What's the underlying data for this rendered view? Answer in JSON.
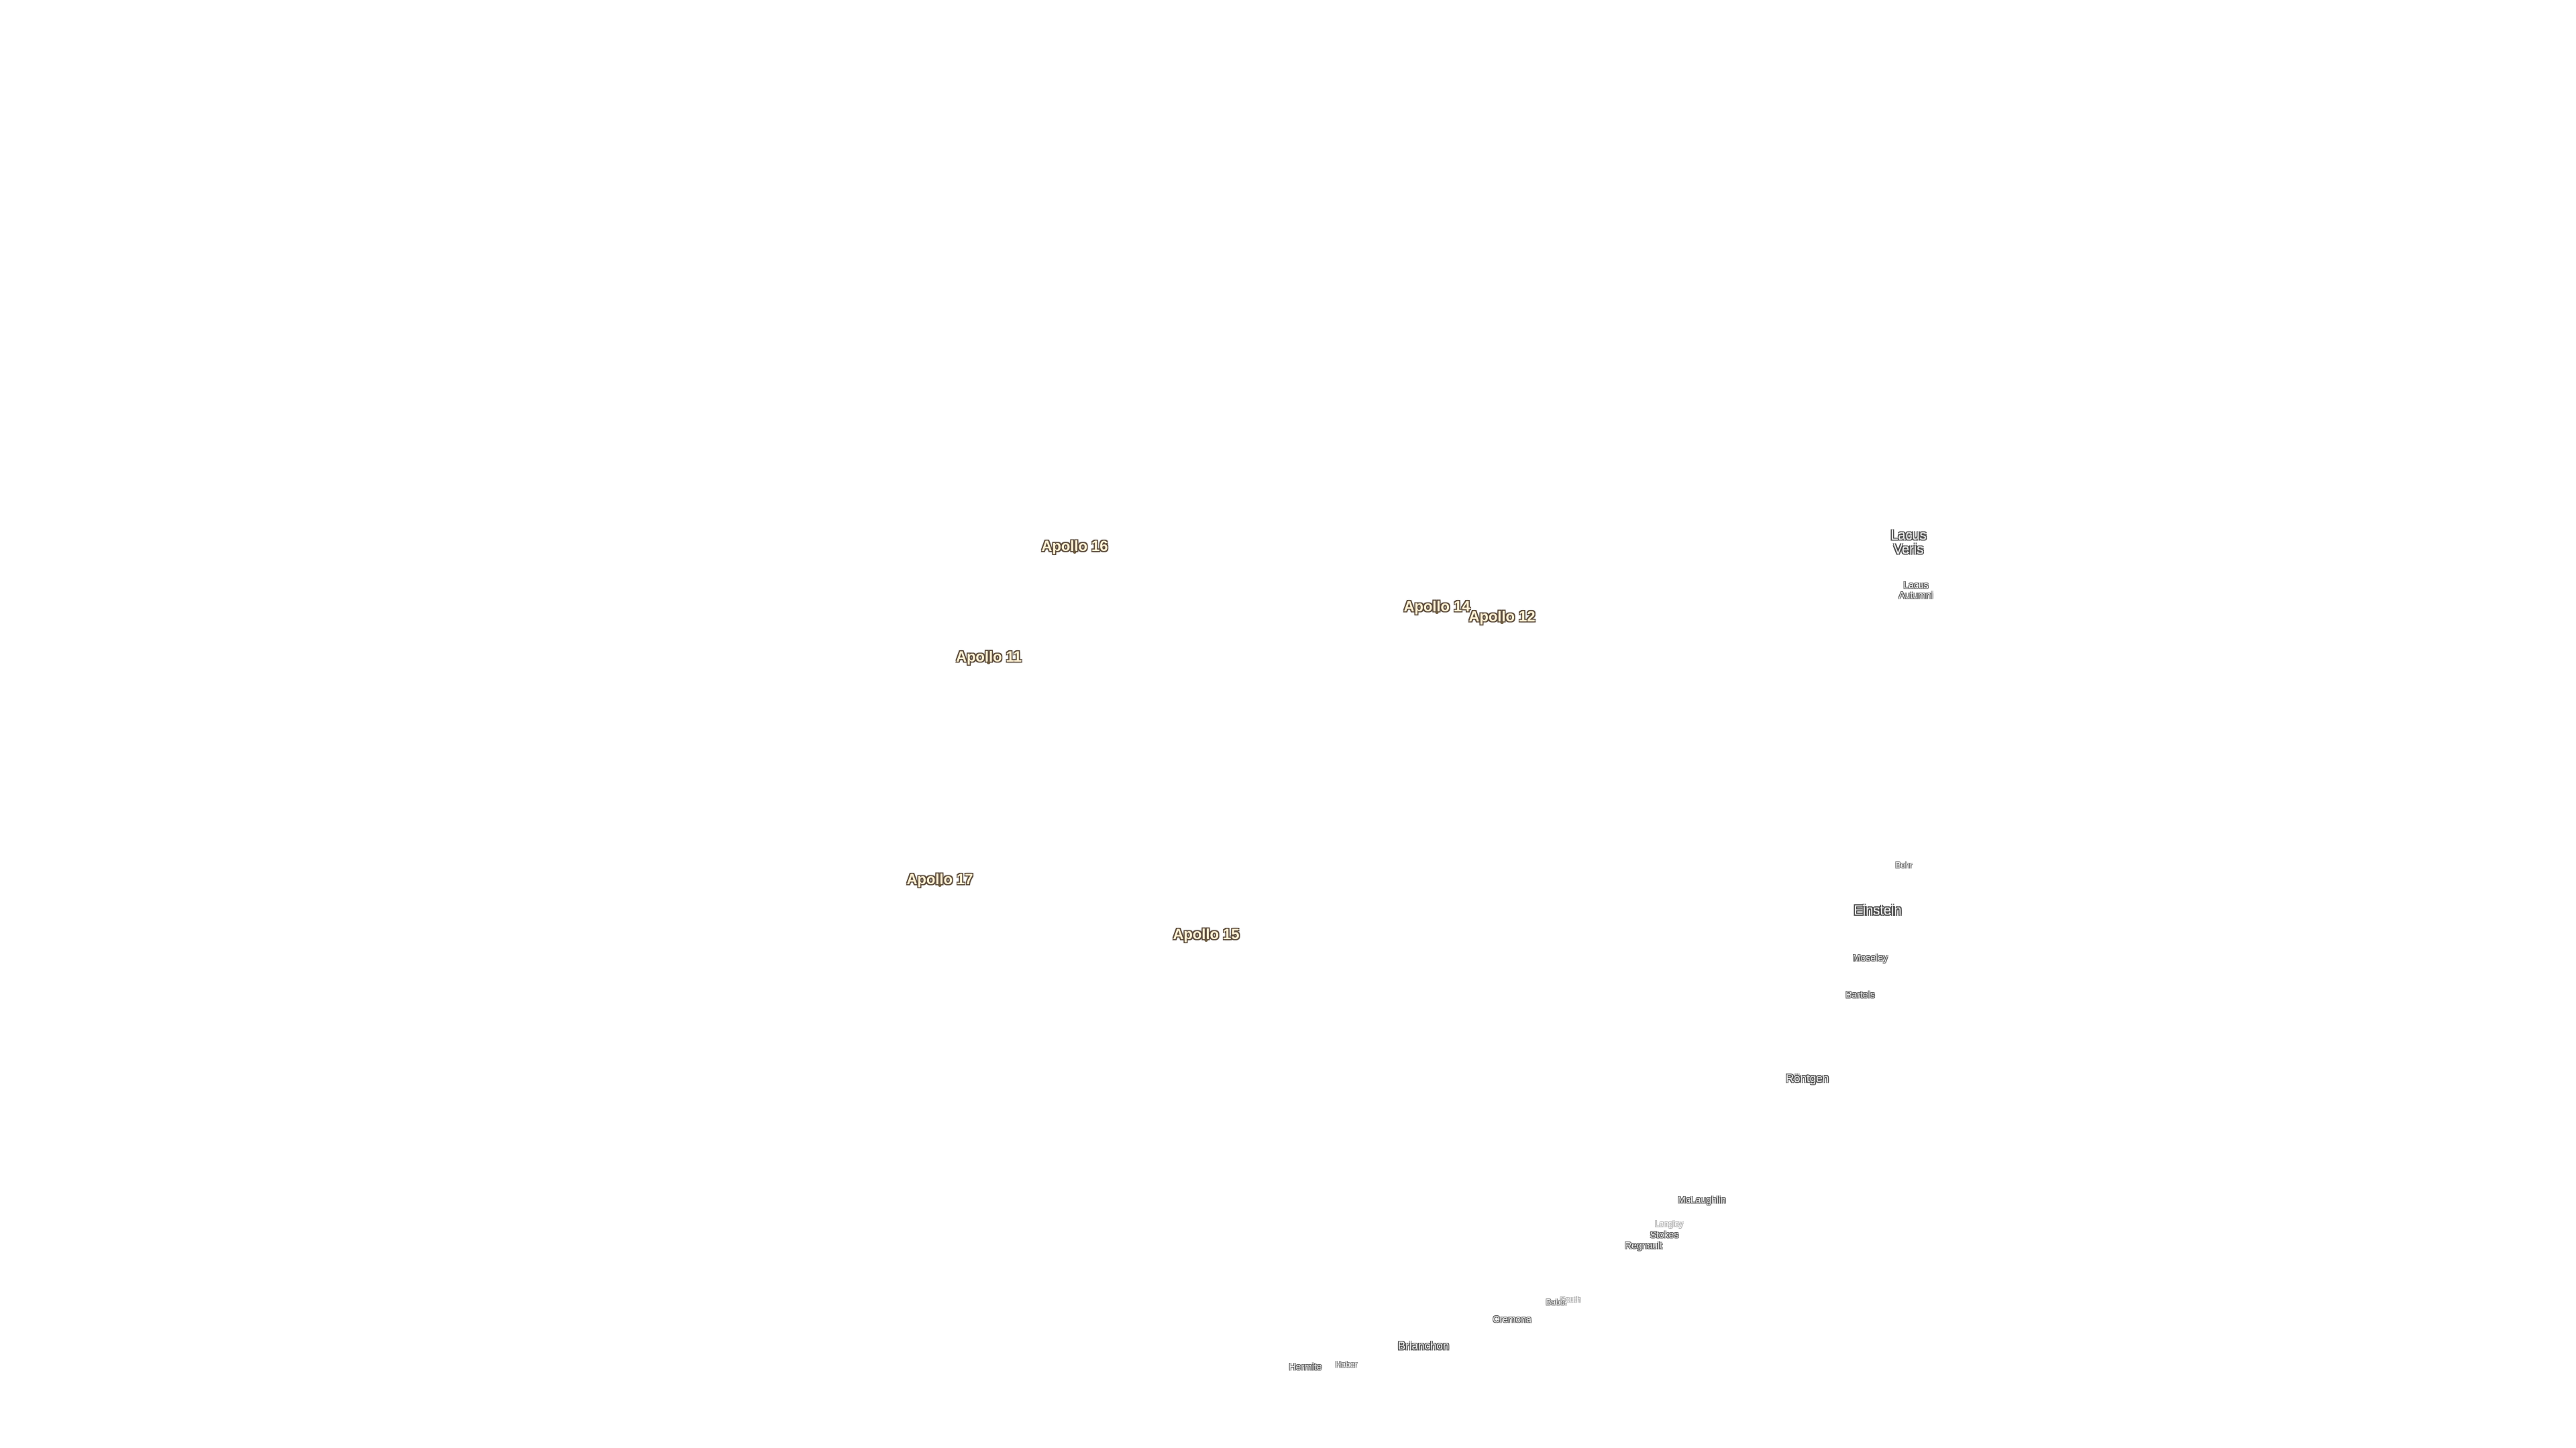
{
  "map": {
    "landing_sites": [
      {
        "id": "apollo-16",
        "name": "Apollo 16"
      },
      {
        "id": "apollo-14",
        "name": "Apollo 14"
      },
      {
        "id": "apollo-12",
        "name": "Apollo 12"
      },
      {
        "id": "apollo-11",
        "name": "Apollo 11"
      },
      {
        "id": "apollo-17",
        "name": "Apollo 17"
      },
      {
        "id": "apollo-15",
        "name": "Apollo 15"
      }
    ],
    "features": {
      "lacus_veris": {
        "line1": "Lacus",
        "line2": "Veris"
      },
      "lacus_autumni": {
        "line1": "Lacus",
        "line2": "Autumni"
      },
      "bohr": "Bohr",
      "einstein": "Einstein",
      "moseley": "Moseley",
      "bartels": "Bartels",
      "rontgen": "Röntgen",
      "mclaughlin": "McLaughlin",
      "langley": "Langley",
      "stokes": "Stokes",
      "regnault": "Regnault",
      "south": "South",
      "babbage": "Babb.",
      "cremona": "Cremona",
      "brianchon": "Brianchon",
      "hermite": "Hermite",
      "haber": "Haber"
    },
    "colors": {
      "background": "#ffffff",
      "landing_label_fill": "#fff3d6",
      "landing_label_outline": "#5a4a3a",
      "feature_label_fill": "#f0f0f0",
      "feature_label_outline": "#505050"
    }
  }
}
